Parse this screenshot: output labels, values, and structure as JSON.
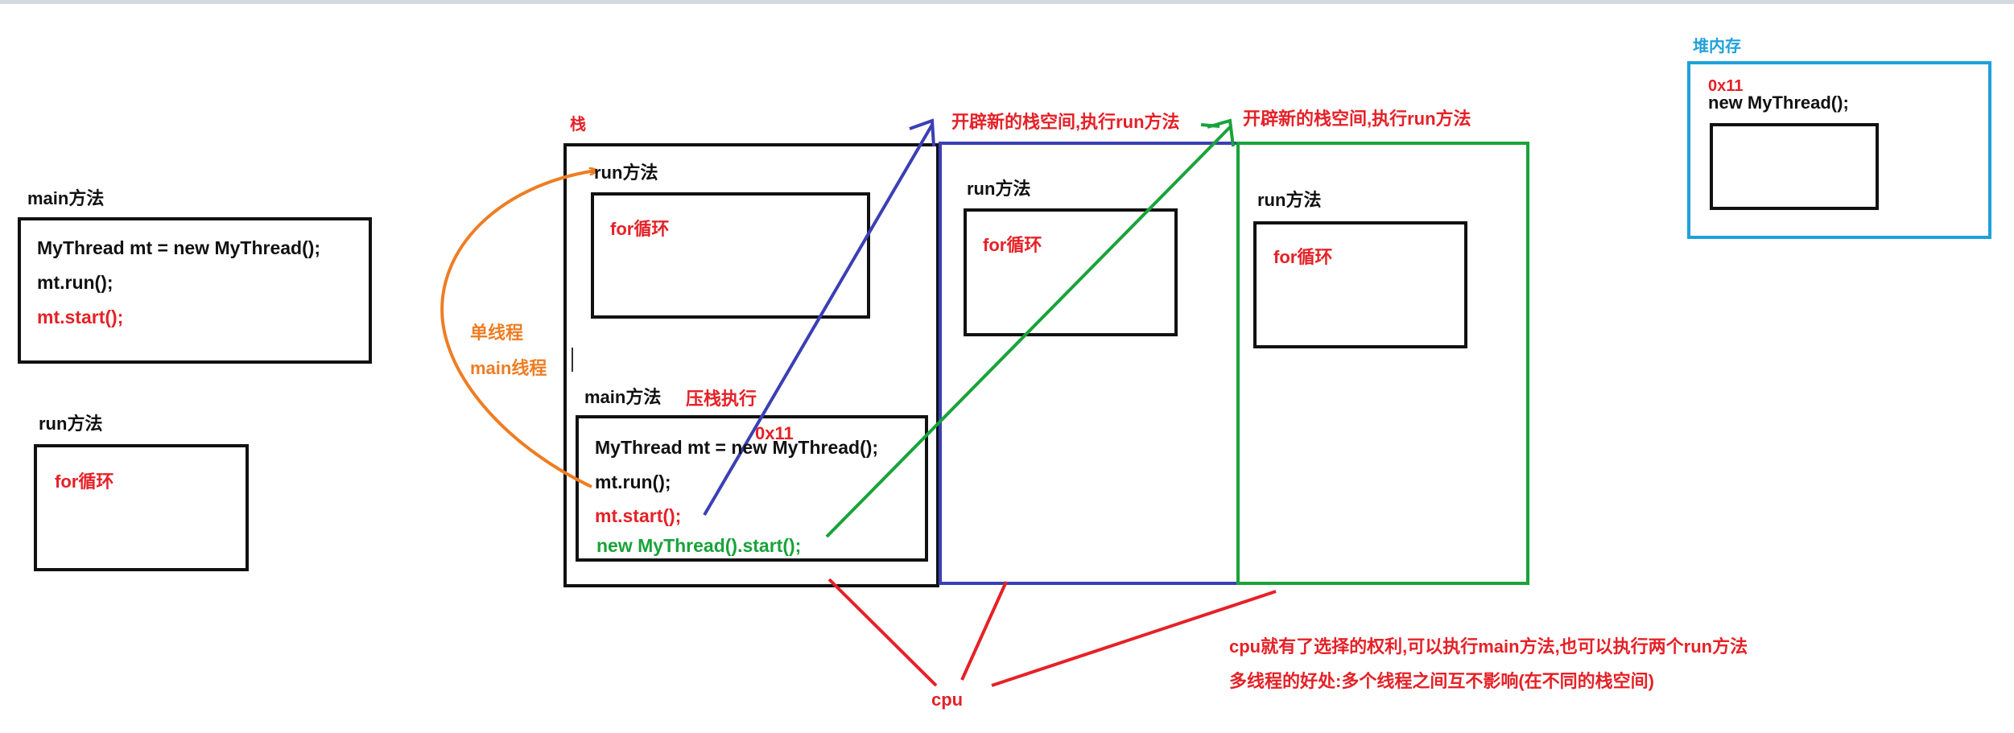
{
  "left": {
    "main_title": "main方法",
    "main_lines": [
      "MyThread mt = new MyThread();",
      "mt.run();",
      "mt.start();"
    ],
    "run_title": "run方法",
    "run_body": "for循环"
  },
  "arrows": {
    "single_thread": "单线程",
    "main_thread": "main线程"
  },
  "stack": {
    "label": "栈",
    "run_title": "run方法",
    "run_body": "for循环",
    "main_title": "main方法",
    "push_label": "压栈执行",
    "address": "0x11",
    "lines": [
      "MyThread mt = new MyThread();",
      "mt.run();",
      "mt.start();",
      "new MyThread().start();"
    ]
  },
  "new_stack_1": {
    "label": "开辟新的栈空间,执行run方法",
    "run_title": "run方法",
    "run_body": "for循环"
  },
  "new_stack_2": {
    "label": "开辟新的栈空间,执行run方法",
    "run_title": "run方法",
    "run_body": "for循环"
  },
  "heap": {
    "label": "堆内存",
    "address": "0x11",
    "object": "new MyThread();"
  },
  "cpu": {
    "label": "cpu",
    "note1": "cpu就有了选择的权利,可以执行main方法,也可以执行两个run方法",
    "note2": "多线程的好处:多个线程之间互不影响(在不同的栈空间)"
  },
  "colors": {
    "black": "#111111",
    "red": "#e52127",
    "orange": "#ef7d22",
    "blue": "#3b3fb5",
    "green": "#19a33a",
    "heap_blue": "#1fa0db"
  }
}
